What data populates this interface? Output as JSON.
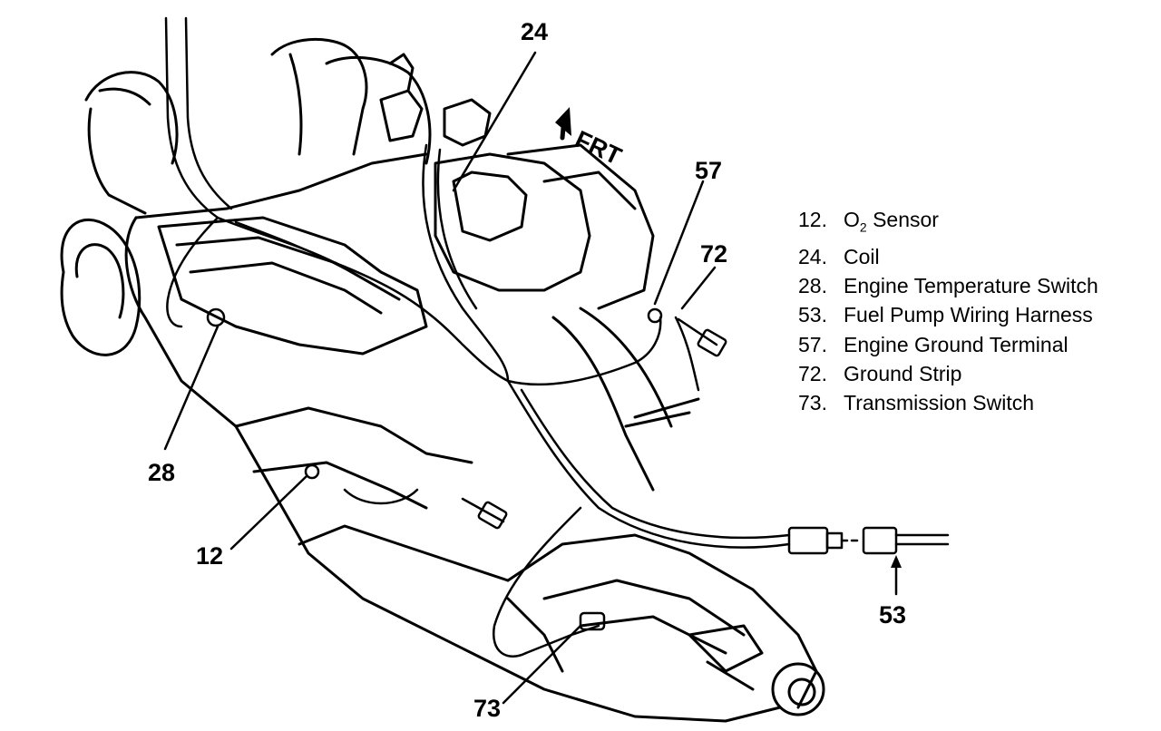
{
  "callouts": {
    "c24": "24",
    "c57": "57",
    "c72": "72",
    "c28": "28",
    "c12": "12",
    "c53": "53",
    "c73": "73"
  },
  "direction_label": "FRT",
  "legend": [
    {
      "num": "12.",
      "label_prefix": "O",
      "label_sub": "2",
      "label_suffix": " Sensor"
    },
    {
      "num": "24.",
      "label": "Coil"
    },
    {
      "num": "28.",
      "label": "Engine Temperature Switch"
    },
    {
      "num": "53.",
      "label": "Fuel Pump Wiring Harness"
    },
    {
      "num": "57.",
      "label": "Engine Ground Terminal"
    },
    {
      "num": "72.",
      "label": "Ground Strip"
    },
    {
      "num": "73.",
      "label": "Transmission Switch"
    }
  ]
}
